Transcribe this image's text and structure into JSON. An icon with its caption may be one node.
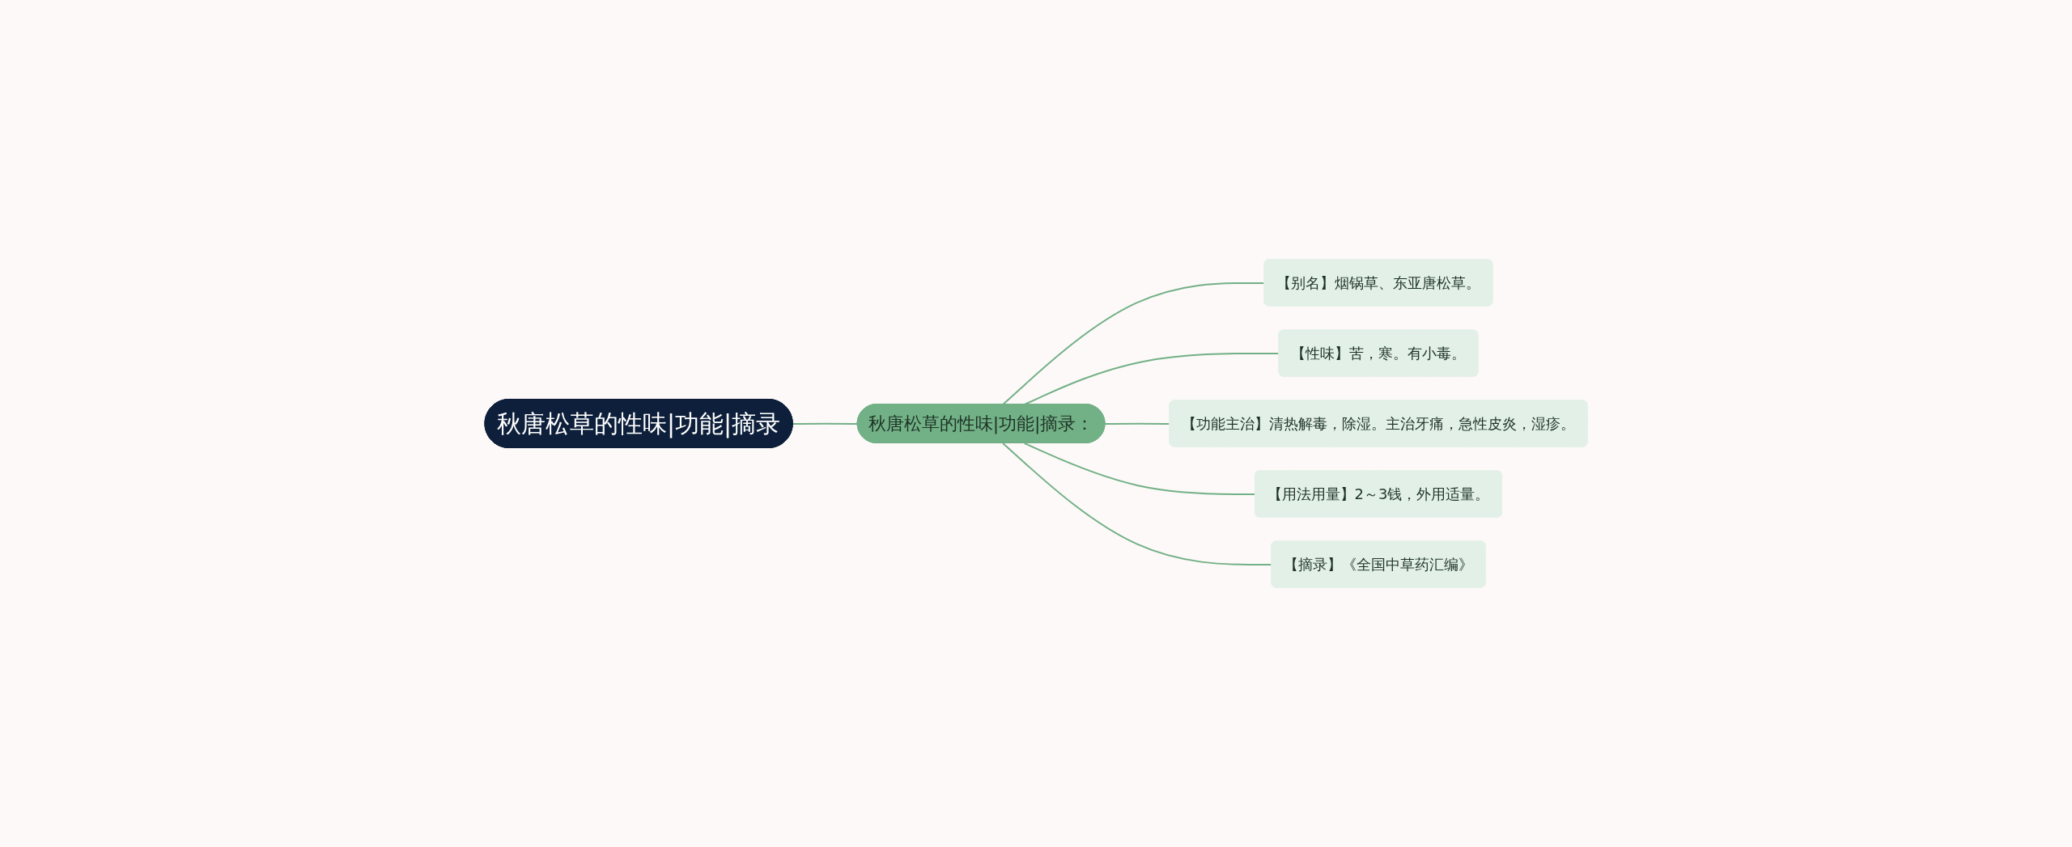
{
  "diagram": {
    "nodes": [
      {
        "text": [
          "秋唐松草的性味|功能|摘录"
        ]
      },
      {
        "text": [
          "秋唐松草的性味|功能|摘录："
        ]
      },
      {
        "text": [
          "【别名】烟锅草、东亚唐松草。"
        ]
      },
      {
        "text": [
          "【性味】苦，寒。有小毒。"
        ]
      },
      {
        "text": [
          "【功能主治】清热解毒，除湿。主治牙痛，急性皮炎，湿疹。"
        ]
      },
      {
        "text": [
          "【用法用量】2～3钱，外用适量。"
        ]
      },
      {
        "text": [
          "【摘录】《全国中草药汇编》"
        ]
      }
    ],
    "edges": [
      {
        "from": 0,
        "to": 1,
        "arrow": "none"
      },
      {
        "from": 1,
        "to": 2,
        "arrow": "none"
      },
      {
        "from": 1,
        "to": 3,
        "arrow": "none"
      },
      {
        "from": 1,
        "to": 4,
        "arrow": "none"
      },
      {
        "from": 1,
        "to": 5,
        "arrow": "none"
      },
      {
        "from": 1,
        "to": 6,
        "arrow": "none"
      }
    ]
  }
}
